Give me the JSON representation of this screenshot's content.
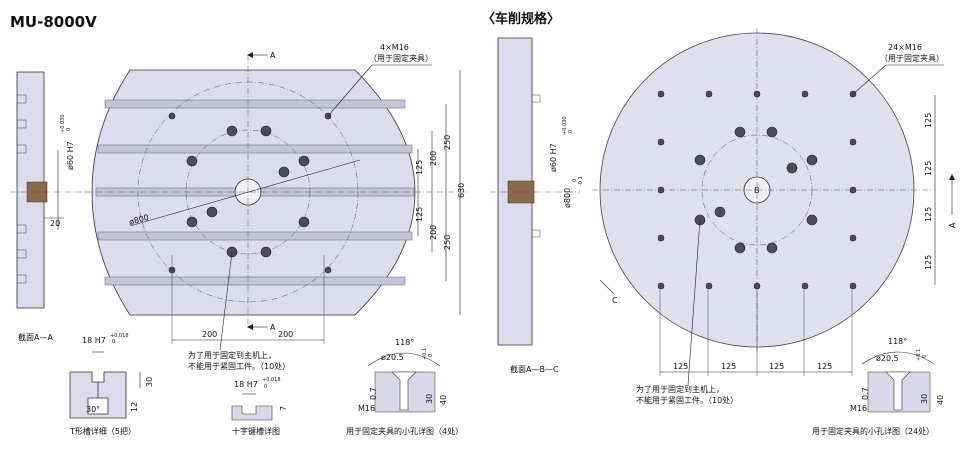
{
  "title": "MU-8000V",
  "turning_title": "〈车削规格〉",
  "left_view": {
    "m16_label": "4×M16",
    "m16_sub": "（用于固定夹具）",
    "arrow_a": "A",
    "dims": {
      "d800": "ø800",
      "d630": "630",
      "d250_top": "250",
      "d250_bot": "250",
      "d200_top": "200",
      "d200_bot": "200",
      "d125_top": "125",
      "d125_bot": "125",
      "bottom_200_left": "200",
      "bottom_200_right": "200"
    },
    "note_line1": "为了用于固定到主机上，",
    "note_line2": "不能用于紧固工件。（10处）"
  },
  "section_aa": {
    "dim_bore": "ø60 H7",
    "tol_up": "+0.030",
    "tol_low": "0",
    "dim_20": "20",
    "caption": "截面A—A"
  },
  "tslot": {
    "dim_top": "18 H7",
    "tol_up": "+0.018",
    "tol_low": "0",
    "dim_30": "30",
    "dim_12": "12",
    "angle": "30°",
    "caption": "T形槽详细（5把）"
  },
  "cross_key": {
    "dim_top": "18 H7",
    "tol_up": "+0.018",
    "tol_low": "0",
    "dim_7": "7",
    "caption": "十字键槽详图"
  },
  "small_hole_left": {
    "angle": "118°",
    "dia": "ø20.5",
    "tol_up": "+0.1",
    "tol_low": "0",
    "d07": "0.7",
    "d30": "30",
    "d40": "40",
    "thread": "M16",
    "caption": "用于固定夹具的小孔详图（4处）"
  },
  "section_abc": {
    "dim_bore": "ø60 H7",
    "tol_up": "+0.030",
    "tol_low": "0",
    "dim_800": "ø800",
    "tol800_up": "0",
    "tol800_low": "-0.1",
    "caption": "截面A—B—C"
  },
  "right_view": {
    "m16_label": "24×M16",
    "m16_sub": "（用于固定夹具）",
    "arrow_a": "A",
    "arrow_c": "C",
    "center_b": "B",
    "vdims": [
      "125",
      "125",
      "125",
      "125"
    ],
    "hdims": [
      "125",
      "125",
      "125",
      "125"
    ],
    "note_line1": "为了用于固定到主机上，",
    "note_line2": "不能用于紧固工件。（10处）"
  },
  "small_hole_right": {
    "angle": "118°",
    "dia": "ø20.5",
    "tol_up": "+0.1",
    "tol_low": "0",
    "d07": "0.7",
    "d30": "30",
    "d40": "40",
    "thread": "M16",
    "caption": "用于固定夹具的小孔详图（24处）"
  }
}
